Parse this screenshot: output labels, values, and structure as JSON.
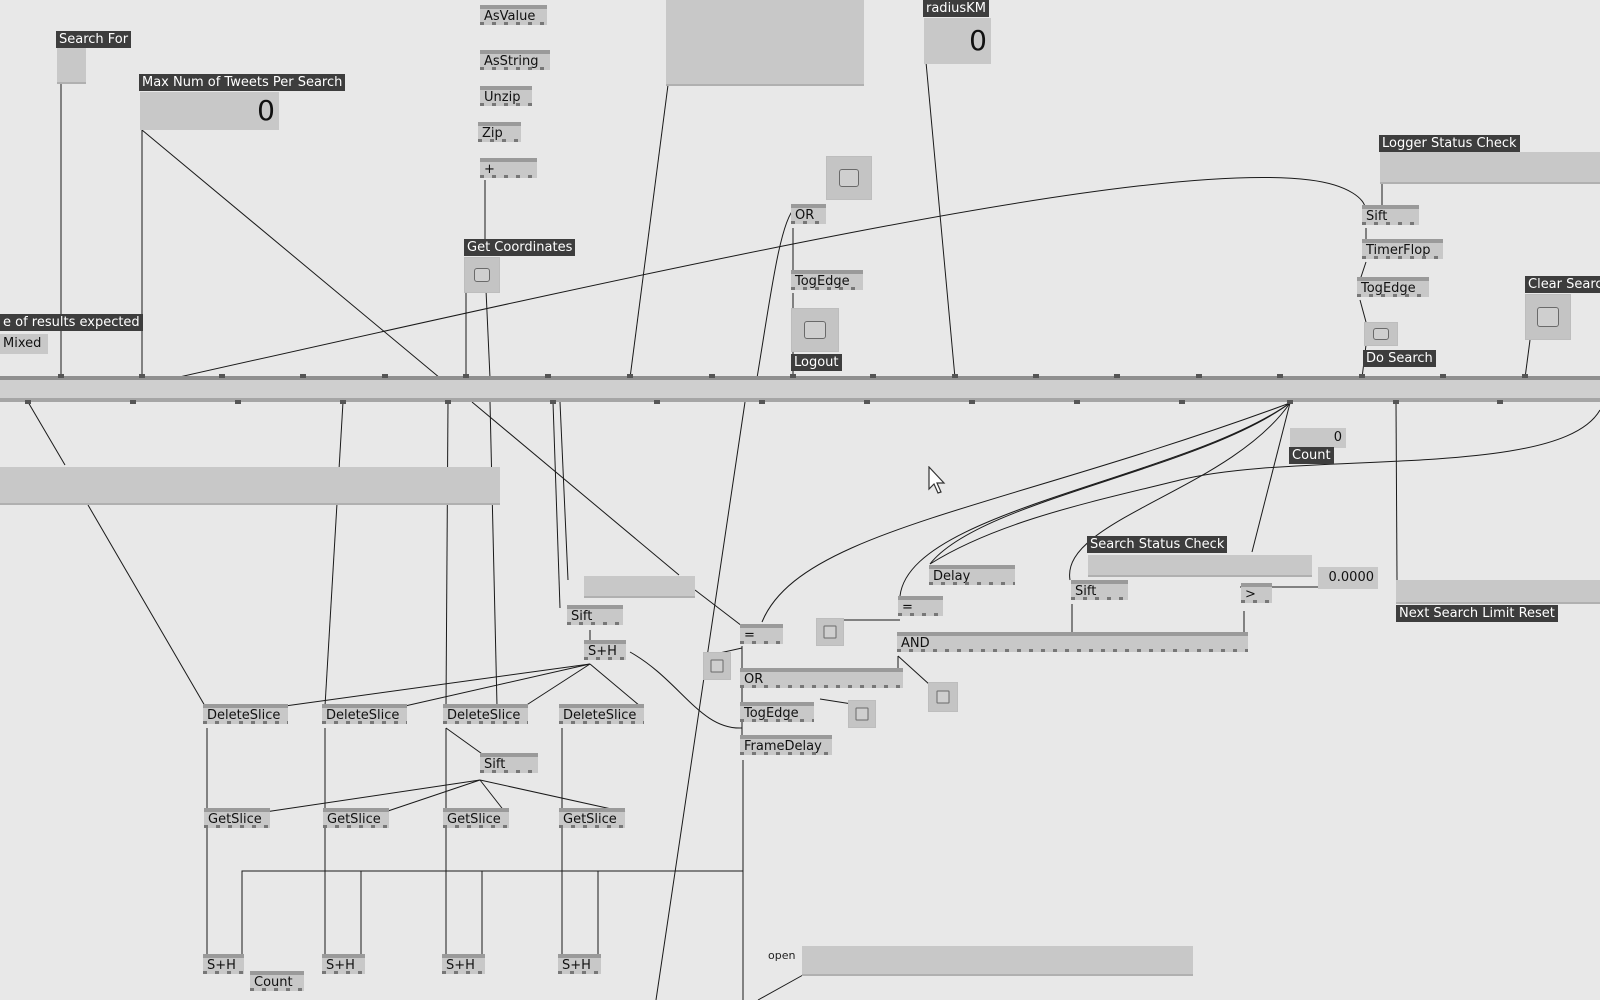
{
  "labels": {
    "search_for": "Search For",
    "max_tweets": "Max Num of Tweets Per Search",
    "radius_km": "radiusKM",
    "get_coordinates": "Get Coordinates",
    "results_expected": "e of results expected",
    "logger_status_check": "Logger Status Check",
    "clear_search": "Clear Searc",
    "do_search": "Do Search",
    "logout": "Logout",
    "count": "Count",
    "search_status_check": "Search Status Check",
    "next_search_limit_reset": "Next Search Limit Reset"
  },
  "values": {
    "max_tweets": "0",
    "radius_km": "0",
    "count": "0",
    "threshold": "0.0000",
    "result_type": "Mixed",
    "open_label": "open"
  },
  "nodes": {
    "asvalue": "AsValue",
    "asstring": "AsString",
    "unzip": "Unzip",
    "zip": "Zip",
    "plus": "+",
    "or_top": "OR",
    "togedge_top": "TogEdge",
    "sift_logger": "Sift",
    "timerflop": "TimerFlop",
    "togedge_logger": "TogEdge",
    "sift_mid": "Sift",
    "sh_mid": "S+H",
    "ds1": "DeleteSlice",
    "ds2": "DeleteSlice",
    "ds3": "DeleteSlice",
    "ds4": "DeleteSlice",
    "sift_low": "Sift",
    "gs1": "GetSlice",
    "gs2": "GetSlice",
    "gs3": "GetSlice",
    "gs4": "GetSlice",
    "sh1": "S+H",
    "sh2": "S+H",
    "sh3": "S+H",
    "sh4": "S+H",
    "count_bottom": "Count",
    "eq1": "=",
    "or_mid": "OR",
    "togedge_mid": "TogEdge",
    "framedelay": "FrameDelay",
    "delay": "Delay",
    "eq2": "=",
    "and": "AND",
    "sift_status": "Sift",
    "gt": ">"
  }
}
